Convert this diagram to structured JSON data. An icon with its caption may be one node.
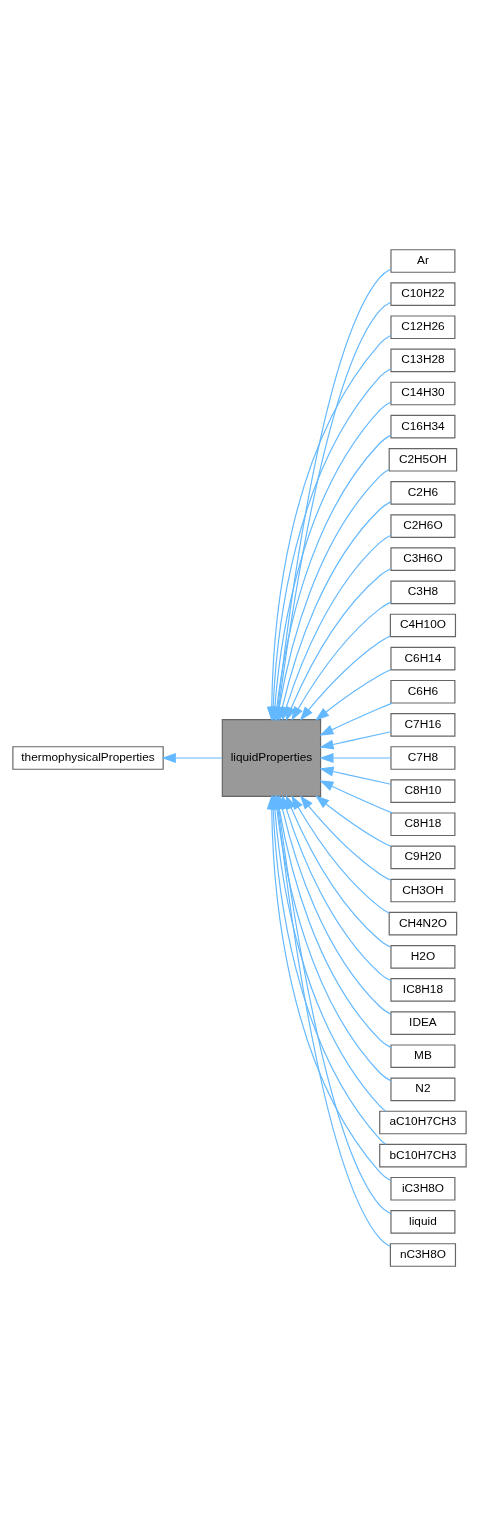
{
  "diagram": {
    "nodes": [
      {
        "text": [
          "thermophysicalProperties"
        ]
      },
      {
        "text": [
          "liquidProperties"
        ]
      },
      {
        "text": [
          "Ar"
        ]
      },
      {
        "text": [
          "C10H22"
        ]
      },
      {
        "text": [
          "C12H26"
        ]
      },
      {
        "text": [
          "C13H28"
        ]
      },
      {
        "text": [
          "C14H30"
        ]
      },
      {
        "text": [
          "C16H34"
        ]
      },
      {
        "text": [
          "C2H5OH"
        ]
      },
      {
        "text": [
          "C2H6"
        ]
      },
      {
        "text": [
          "C2H6O"
        ]
      },
      {
        "text": [
          "C3H6O"
        ]
      },
      {
        "text": [
          "C3H8"
        ]
      },
      {
        "text": [
          "C4H10O"
        ]
      },
      {
        "text": [
          "C6H14"
        ]
      },
      {
        "text": [
          "C6H6"
        ]
      },
      {
        "text": [
          "C7H16"
        ]
      },
      {
        "text": [
          "C7H8"
        ]
      },
      {
        "text": [
          "C8H10"
        ]
      },
      {
        "text": [
          "C8H18"
        ]
      },
      {
        "text": [
          "C9H20"
        ]
      },
      {
        "text": [
          "CH3OH"
        ]
      },
      {
        "text": [
          "CH4N2O"
        ]
      },
      {
        "text": [
          "H2O"
        ]
      },
      {
        "text": [
          "IC8H18"
        ]
      },
      {
        "text": [
          "IDEA"
        ]
      },
      {
        "text": [
          "MB"
        ]
      },
      {
        "text": [
          "N2"
        ]
      },
      {
        "text": [
          "aC10H7CH3"
        ]
      },
      {
        "text": [
          "bC10H7CH3"
        ]
      },
      {
        "text": [
          "iC3H8O"
        ]
      },
      {
        "text": [
          "liquid"
        ]
      },
      {
        "text": [
          "nC3H8O"
        ]
      }
    ],
    "edges": [
      {
        "from": 1,
        "to": 0,
        "arrow": "to"
      },
      {
        "from": 2,
        "to": 1,
        "arrow": "to"
      },
      {
        "from": 3,
        "to": 1,
        "arrow": "to"
      },
      {
        "from": 4,
        "to": 1,
        "arrow": "to"
      },
      {
        "from": 5,
        "to": 1,
        "arrow": "to"
      },
      {
        "from": 6,
        "to": 1,
        "arrow": "to"
      },
      {
        "from": 7,
        "to": 1,
        "arrow": "to"
      },
      {
        "from": 8,
        "to": 1,
        "arrow": "to"
      },
      {
        "from": 9,
        "to": 1,
        "arrow": "to"
      },
      {
        "from": 10,
        "to": 1,
        "arrow": "to"
      },
      {
        "from": 11,
        "to": 1,
        "arrow": "to"
      },
      {
        "from": 12,
        "to": 1,
        "arrow": "to"
      },
      {
        "from": 13,
        "to": 1,
        "arrow": "to"
      },
      {
        "from": 14,
        "to": 1,
        "arrow": "to"
      },
      {
        "from": 15,
        "to": 1,
        "arrow": "to"
      },
      {
        "from": 16,
        "to": 1,
        "arrow": "to"
      },
      {
        "from": 17,
        "to": 1,
        "arrow": "to"
      },
      {
        "from": 18,
        "to": 1,
        "arrow": "to"
      },
      {
        "from": 19,
        "to": 1,
        "arrow": "to"
      },
      {
        "from": 20,
        "to": 1,
        "arrow": "to"
      },
      {
        "from": 21,
        "to": 1,
        "arrow": "to"
      },
      {
        "from": 22,
        "to": 1,
        "arrow": "to"
      },
      {
        "from": 23,
        "to": 1,
        "arrow": "to"
      },
      {
        "from": 24,
        "to": 1,
        "arrow": "to"
      },
      {
        "from": 25,
        "to": 1,
        "arrow": "to"
      },
      {
        "from": 26,
        "to": 1,
        "arrow": "to"
      },
      {
        "from": 27,
        "to": 1,
        "arrow": "to"
      },
      {
        "from": 28,
        "to": 1,
        "arrow": "to"
      },
      {
        "from": 29,
        "to": 1,
        "arrow": "to"
      },
      {
        "from": 30,
        "to": 1,
        "arrow": "to"
      },
      {
        "from": 31,
        "to": 1,
        "arrow": "to"
      },
      {
        "from": 32,
        "to": 1,
        "arrow": "to"
      }
    ]
  }
}
